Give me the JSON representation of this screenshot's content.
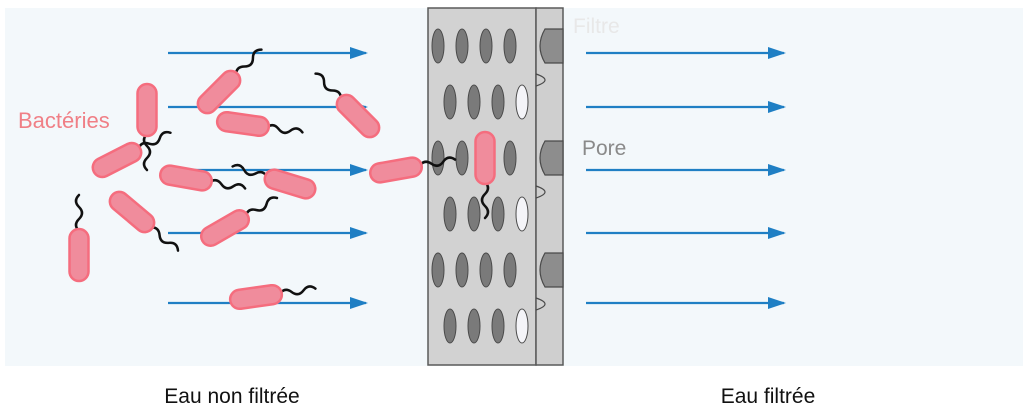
{
  "labels": {
    "bacteria": "Bactéries",
    "filter": "Filtre",
    "pore": "Pore",
    "unfiltered": "Eau non filtrée",
    "filtered": "Eau filtrée"
  },
  "colors": {
    "water": "#f3f8fb",
    "arrow": "#1f7fc4",
    "bacteria_fill": "#f08c9c",
    "bacteria_stroke": "#f56d7e",
    "bacteria_label": "#f07f86",
    "flagellum": "#111111",
    "filter_face": "#d2d2d2",
    "filter_edge": "#5a5a5a",
    "hole": "#7a7a7a",
    "pore_label": "#8a8a8a",
    "filter_label": "#e8e8e8",
    "caption": "#111111"
  },
  "icons": {
    "bacterium": "rod-bacterium-icon",
    "flow_arrow": "right-arrow-icon"
  }
}
